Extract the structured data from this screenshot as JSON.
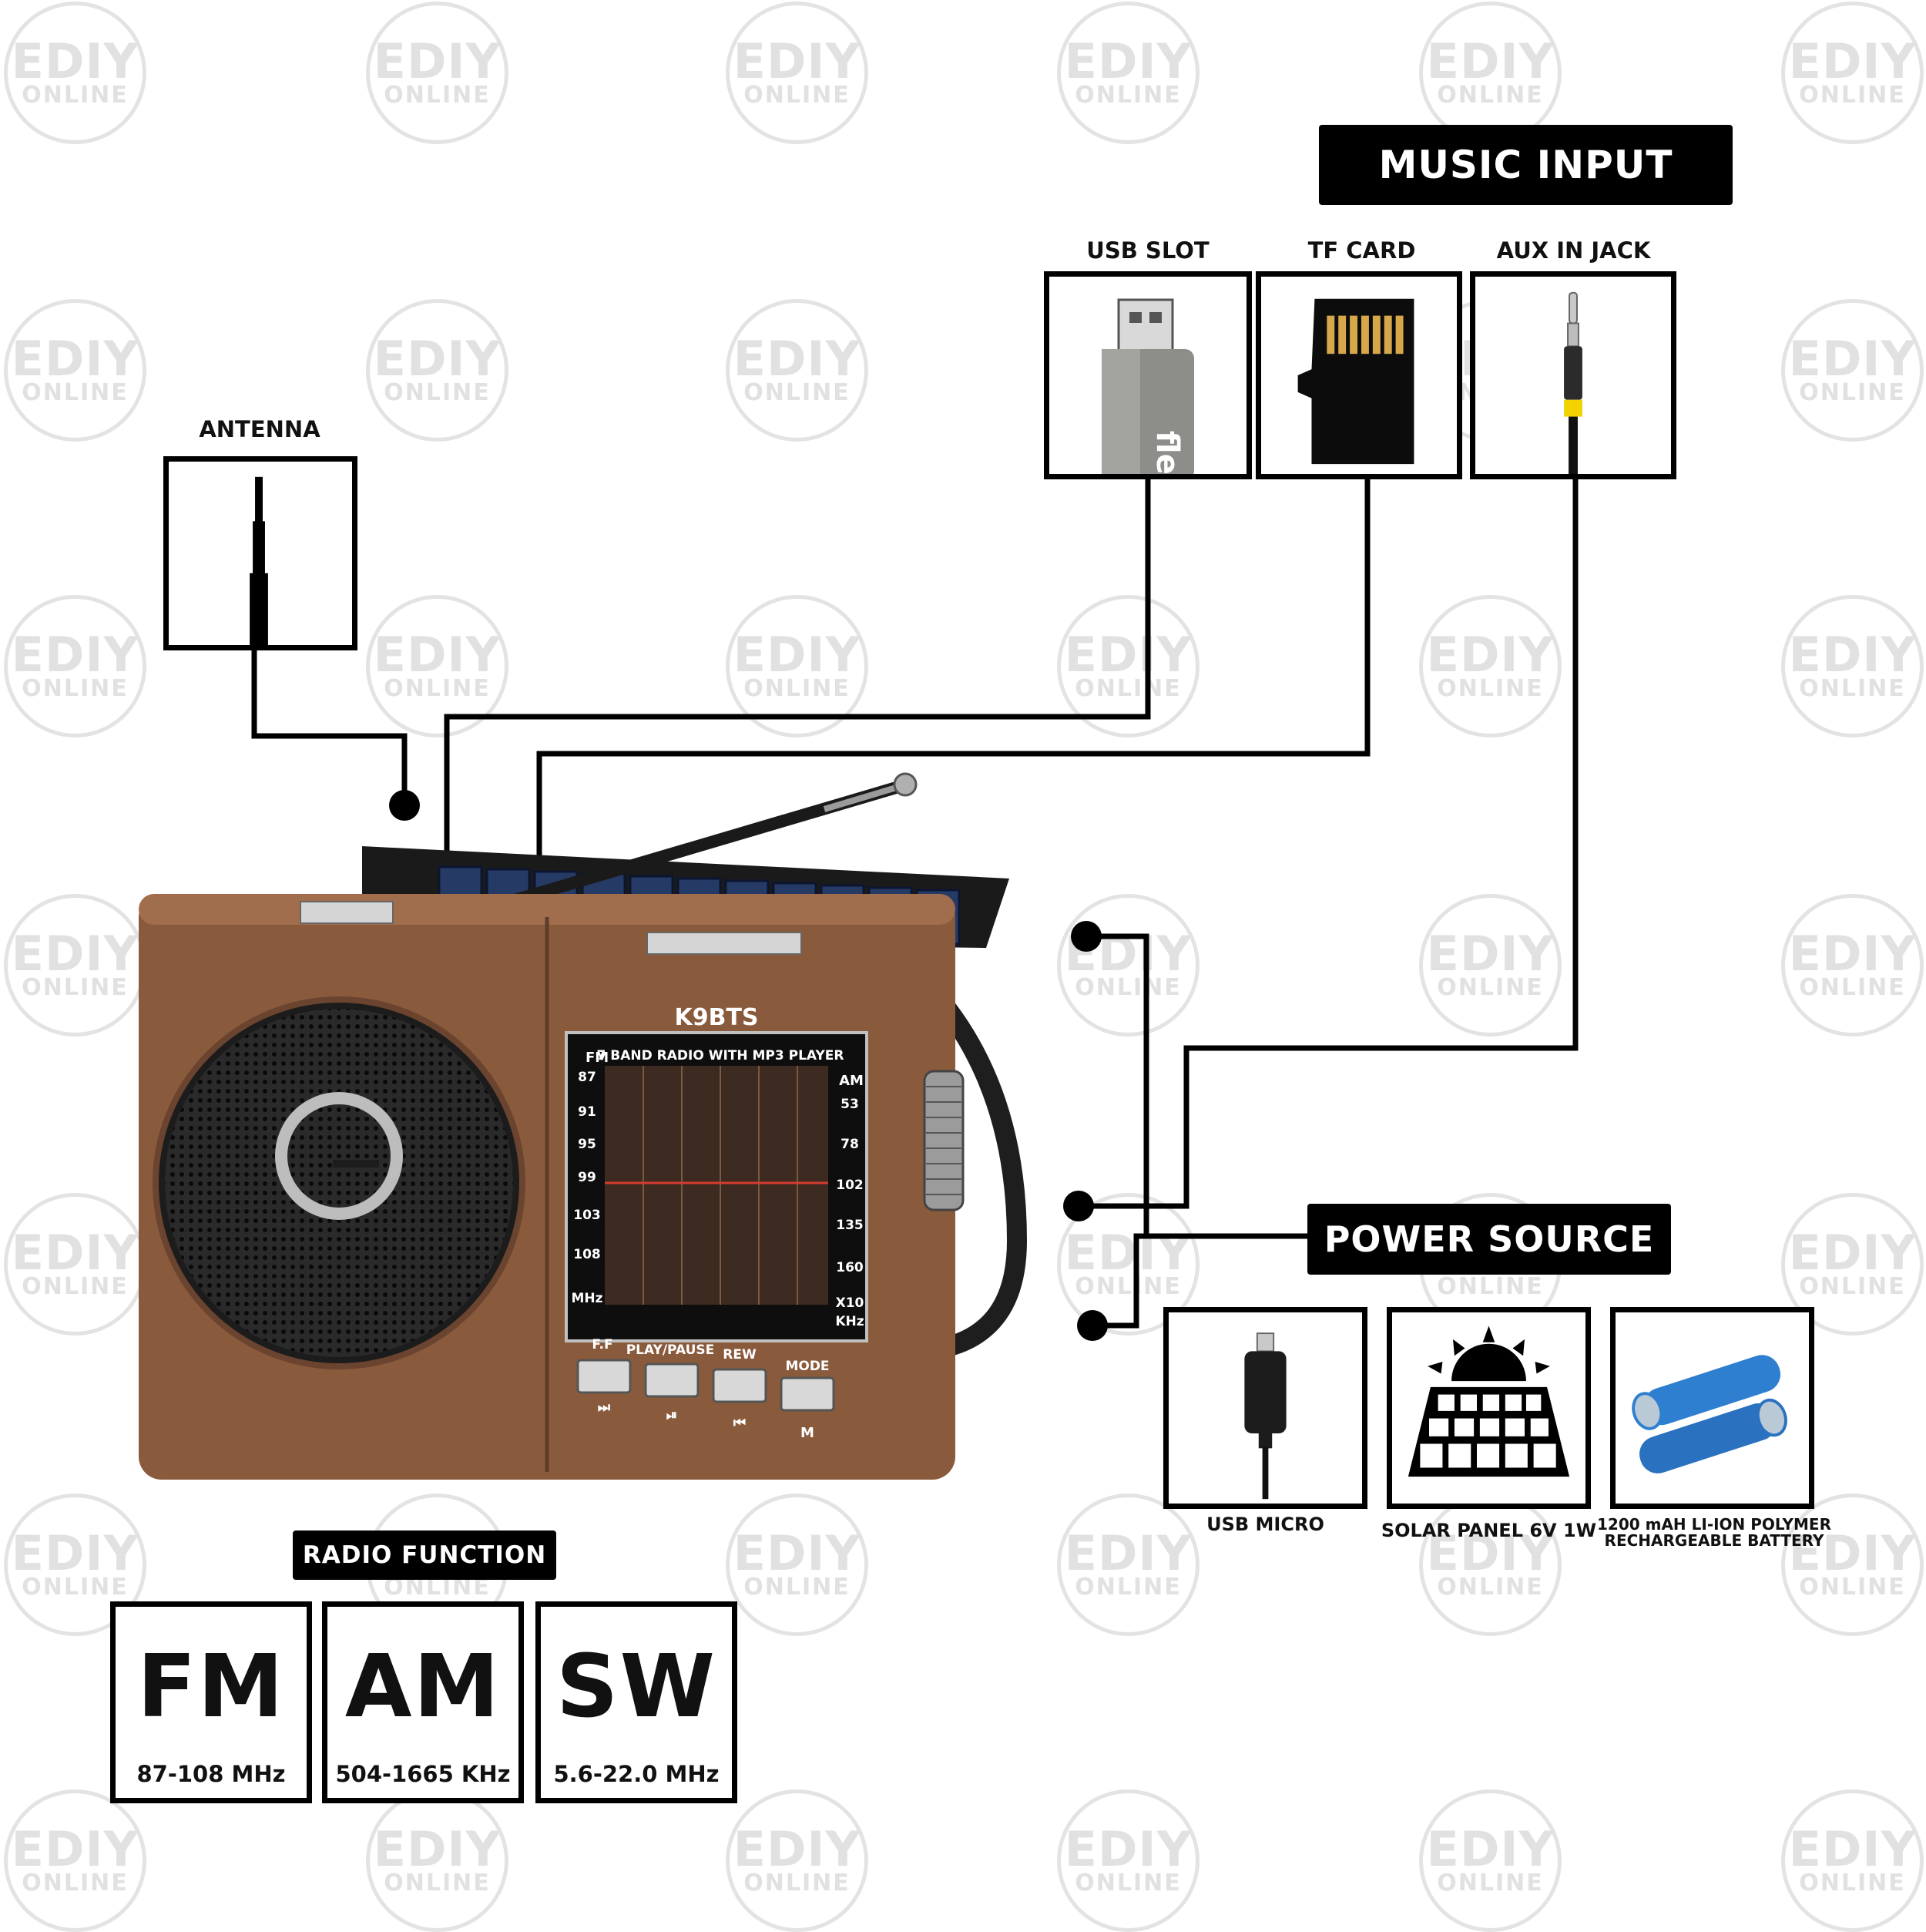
{
  "watermark": {
    "line1": "EDIY",
    "line2": "ONLINE"
  },
  "music_input": {
    "title": "MUSIC INPUT",
    "items": [
      {
        "label": "USB SLOT",
        "icon": "usb-stick-icon"
      },
      {
        "label": "TF CARD",
        "icon": "micro-sd-card-icon"
      },
      {
        "label": "AUX IN JACK",
        "icon": "audio-jack-icon"
      }
    ],
    "usb_brand": "fle"
  },
  "antenna": {
    "label": "ANTENNA",
    "icon": "antenna-icon"
  },
  "radio": {
    "brand": "K9BTS",
    "subtitle": "7 BAND RADIO WITH MP3 PLAYER",
    "fm_label": "FM",
    "fm_scale": [
      "87",
      "91",
      "95",
      "99",
      "103",
      "108"
    ],
    "fm_unit": "MHz",
    "am_label": "AM",
    "am_scale": [
      "53",
      "78",
      "102",
      "135",
      "160"
    ],
    "am_unit_1": "X10",
    "am_unit_2": "KHz",
    "buttons": [
      {
        "label": "F.F",
        "symbol": "⏭"
      },
      {
        "label": "PLAY/PAUSE",
        "symbol": "⏯"
      },
      {
        "label": "REW",
        "symbol": "⏮"
      },
      {
        "label": "MODE",
        "symbol": "M"
      }
    ]
  },
  "power_source": {
    "title": "POWER SOURCE",
    "items": [
      {
        "label": "USB MICRO",
        "icon": "usb-micro-cable-icon"
      },
      {
        "label": "SOLAR PANEL 6V 1W",
        "icon": "solar-panel-icon"
      },
      {
        "label_line1": "1200 mAH LI-ION POLYMER",
        "label_line2": "RECHARGEABLE BATTERY",
        "icon": "battery-icon"
      }
    ]
  },
  "radio_function": {
    "title": "RADIO FUNCTION",
    "bands": [
      {
        "name": "FM",
        "range": "87-108 MHz"
      },
      {
        "name": "AM",
        "range": "504-1665 KHz"
      },
      {
        "name": "SW",
        "range": "5.6-22.0 MHz"
      }
    ]
  },
  "colors": {
    "radio_body": "#8a5a3c",
    "accent_black": "#000000",
    "battery_blue": "#2f7fd0",
    "aux_yellow": "#f2d300"
  }
}
